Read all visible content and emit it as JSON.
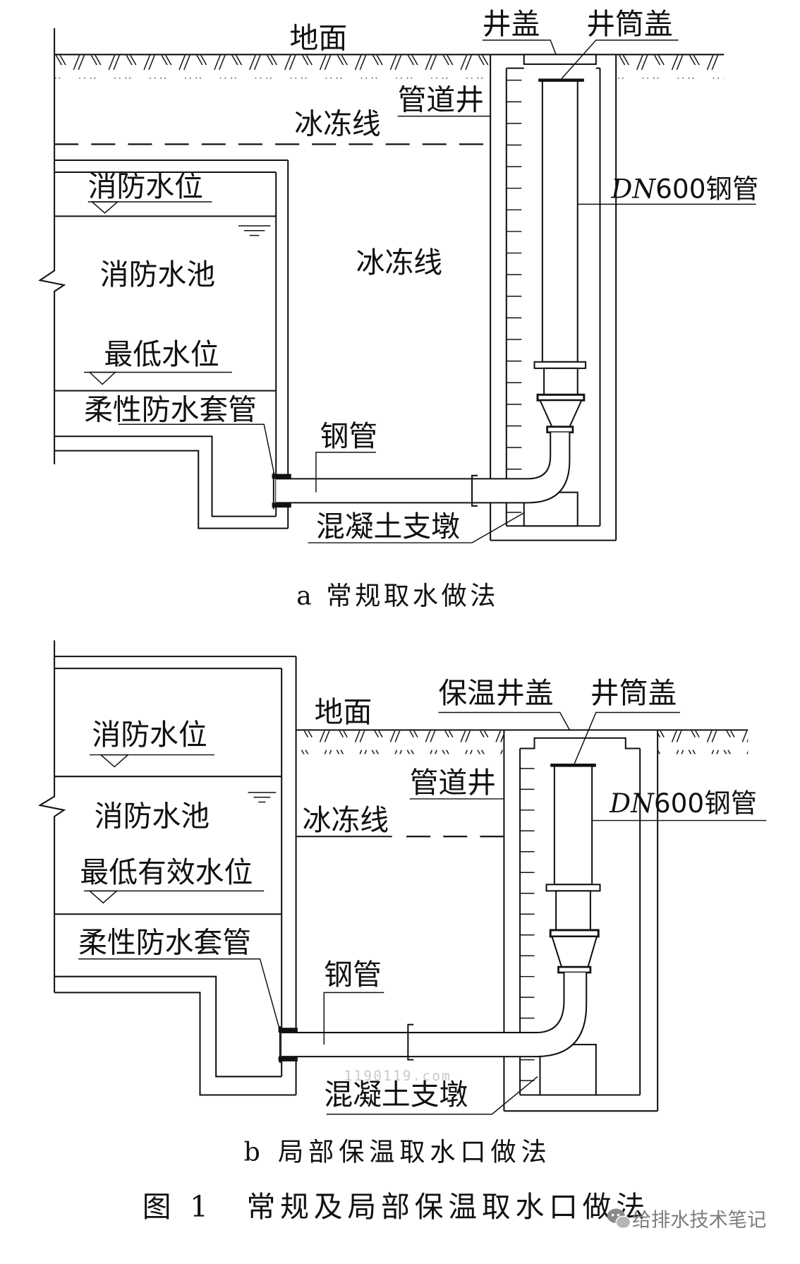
{
  "figure": {
    "panel_a": {
      "ground": "地面",
      "well_cover": "井盖",
      "shaft_cover": "井筒盖",
      "pipe_well": "管道井",
      "frost_line_left": "冰冻线",
      "fire_water_level": "消防水位",
      "pipe_prefix": "DN",
      "pipe_rest": "600钢管",
      "fire_pool": "消防水池",
      "frost_line_middle": "冰冻线",
      "lowest_water_level": "最低水位",
      "flexible_sleeve": "柔性防水套管",
      "steel_pipe": "钢管",
      "concrete_pier": "混凝土支墩",
      "caption": "a 常规取水做法"
    },
    "panel_b": {
      "insulated_well_cover": "保温井盖",
      "shaft_cover": "井筒盖",
      "ground": "地面",
      "fire_water_level": "消防水位",
      "pipe_well": "管道井",
      "pipe_prefix": "DN",
      "pipe_rest": "600钢管",
      "fire_pool": "消防水池",
      "frost_line": "冰冻线",
      "lowest_effective_water_level": "最低有效水位",
      "flexible_sleeve": "柔性防水套管",
      "steel_pipe": "钢管",
      "concrete_pier": "混凝土支墩",
      "caption": "b 局部保温取水口做法"
    },
    "caption": "图 1　常规及局部保温取水口做法",
    "watermarks": {
      "site": "1190119.com",
      "wechat_account": "给排水技术笔记"
    },
    "icons": {
      "wechat": "wechat-icon"
    },
    "colors": {
      "line": "#111111",
      "background": "#ffffff",
      "watermark": "#7d7d7d"
    }
  }
}
